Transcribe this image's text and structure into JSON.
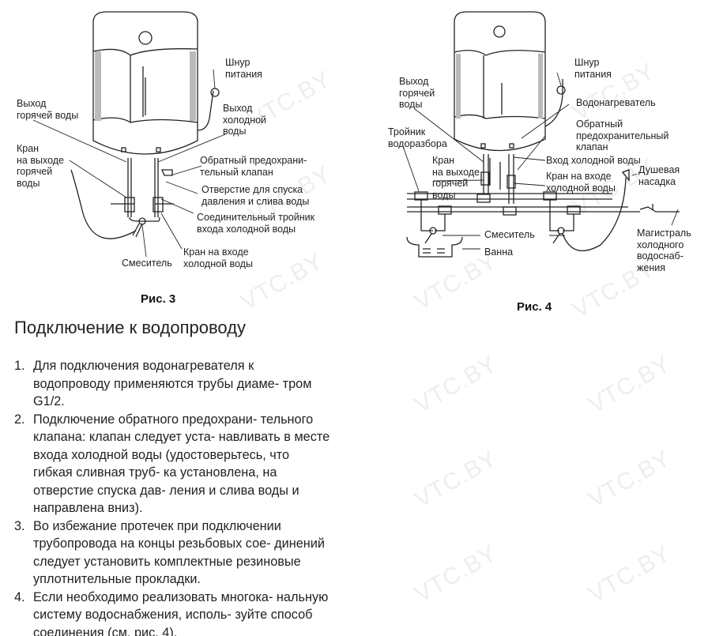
{
  "watermark": "VTC.BY",
  "fig3": {
    "caption": "Рис. 3",
    "labels": {
      "power_cord": "Шнур\nпитания",
      "hot_out": "Выход\nгорячей воды",
      "cold_out": "Выход\nхолодной\nводы",
      "hot_tap": "Кран\nна выходе\nгорячей\nводы",
      "check_valve": "Обратный предохрани-\nтельный клапан",
      "drain_hole": "Отверстие для спуска\nдавления и слива воды",
      "tee": "Соединительный тройник\nвхода холодной воды",
      "mixer": "Смеситель",
      "cold_tap": "Кран на входе\nхолодной воды"
    }
  },
  "fig4": {
    "caption": "Рис. 4",
    "labels": {
      "power_cord": "Шнур\nпитания",
      "hot_out": "Выход\nгорячей\nводы",
      "heater": "Водонагреватель",
      "check_valve": "Обратный\nпредохранительный\nклапан",
      "tee": "Тройник\nводоразбора",
      "cold_in": "Вход холодной воды",
      "hot_tap": "Кран\nна выходе\nгорячей\nводы",
      "cold_tap": "Кран на входе\nхолодной воды",
      "shower": "Душевая\nнасадка",
      "mixer": "Смеситель",
      "bath": "Ванна",
      "main": "Магистраль\nхолодного\nводоснаб-\nжения"
    }
  },
  "section": {
    "title": "Подключение к водопроводу",
    "items": [
      {
        "num": "1.",
        "text": "Для подключения водонагревателя к водопроводу применяются трубы диаме- тром G1/2."
      },
      {
        "num": "2.",
        "text": "Подключение обратного предохрани- тельного клапана: клапан следует уста- навливать в месте входа холодной воды (удостоверьтесь, что гибкая сливная труб- ка установлена, на отверстие спуска дав- ления и слива воды и направлена вниз)."
      },
      {
        "num": "3.",
        "text": "Во избежание протечек при подключении трубопровода на концы резьбовых сое- динений следует установить комплектные резиновые уплотнительные прокладки."
      },
      {
        "num": "4.",
        "text": "Если необходимо реализовать многока- нальную систему водоснабжения, исполь- зуйте способ соединения (см. рис. 4)."
      }
    ]
  }
}
